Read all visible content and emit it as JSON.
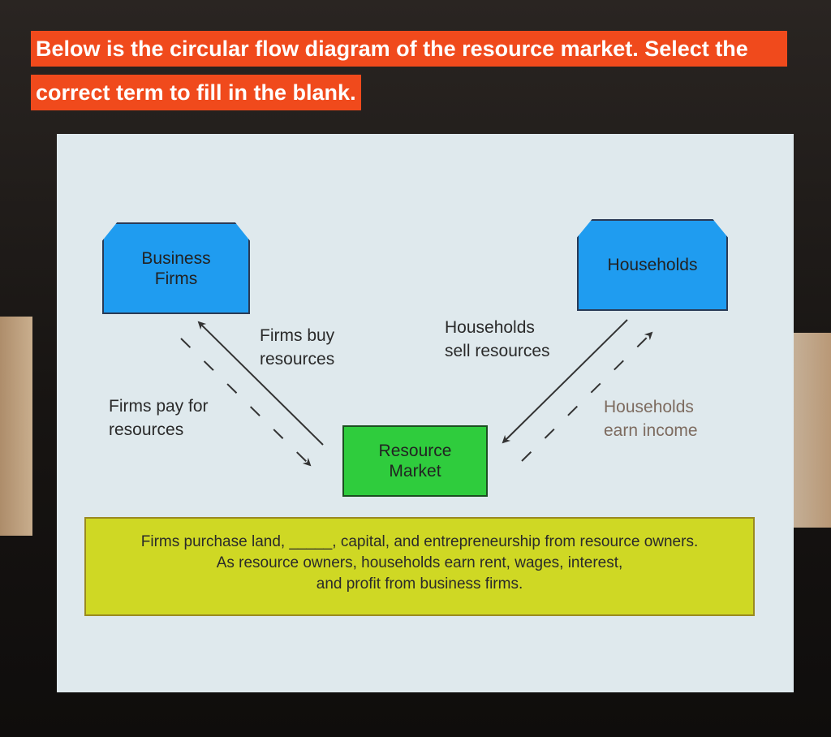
{
  "question": {
    "line1": "Below is the circular flow diagram of the resource market. Select the",
    "line2": "correct term to fill in the blank."
  },
  "diagram": {
    "nodes": {
      "business_firms": [
        "Business",
        "Firms"
      ],
      "households": "Households",
      "resource_market": [
        "Resource",
        "Market"
      ]
    },
    "edge_labels": {
      "firms_buy": [
        "Firms buy",
        "resources"
      ],
      "households_sell": [
        "Households",
        "sell resources"
      ],
      "firms_pay": [
        "Firms pay for",
        "resources"
      ],
      "households_earn": [
        "Households",
        "earn income"
      ]
    },
    "statement": {
      "line1": "Firms purchase land, _____, capital, and entrepreneurship from resource owners.",
      "line2": "As resource owners, households earn rent, wages, interest,",
      "line3": "and profit from business firms."
    }
  },
  "colors": {
    "banner": "#f04a1c",
    "node_blue": "#1f9cf0",
    "node_green": "#2fcc3d",
    "statement_box": "#cfd824",
    "slide_bg": "#dfe9ed"
  }
}
